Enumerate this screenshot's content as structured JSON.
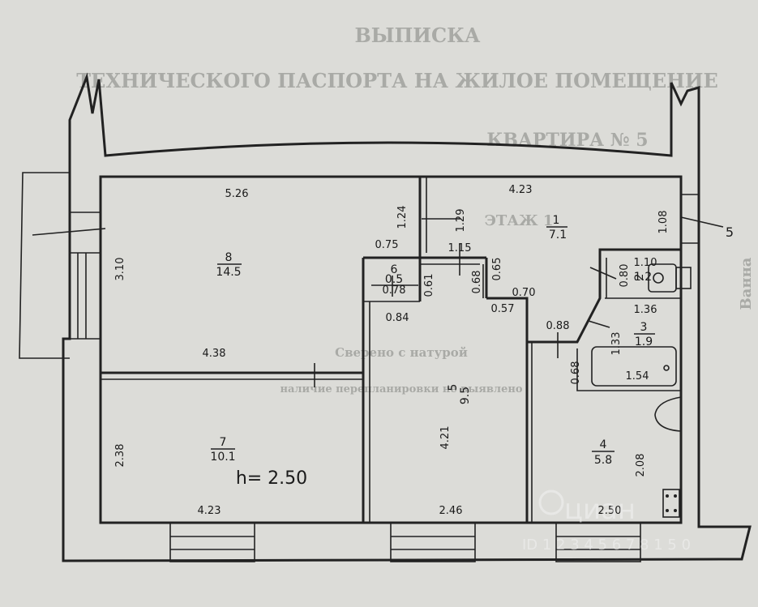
{
  "ghost_text": {
    "line1": "ВЫПИСКА",
    "line2": "ТЕХНИЧЕСКОГО ПАСПОРТА НА ЖИЛОЕ ПОМЕЩЕНИЕ",
    "line3": "КВАРТИРА № 5",
    "line4": "ЭТАЖ 1",
    "line5": "Сверено с натурой",
    "line6": "наличие перепланировки не выявлено",
    "side": "Ванна"
  },
  "watermark": {
    "brand": "циан",
    "id": "ID 1 2 3 4 5 6 7 8 1 5 0",
    "visible_number": "150"
  },
  "height_label": "h= 2.50",
  "rooms": [
    {
      "no": "8",
      "area": "14.5"
    },
    {
      "no": "7",
      "area": "10.1"
    },
    {
      "no": "6",
      "area": "0.5"
    },
    {
      "no": "5",
      "area": "9.5"
    },
    {
      "no": "1",
      "area": "7.1"
    },
    {
      "no": "2",
      "area": "1.2"
    },
    {
      "no": "3",
      "area": "1.9"
    },
    {
      "no": "4",
      "area": "5.8"
    }
  ],
  "dimensions": {
    "r8_top": "5.26",
    "r8_left": "3.10",
    "r8_bottom": "4.38",
    "r7_left": "2.38",
    "r7_bottom": "4.23",
    "r5_height": "4.21",
    "r5_bottom": "2.46",
    "r4_bottom": "2.50",
    "r4_right": "2.08",
    "r1_top": "4.23",
    "r1_right": "1.08",
    "d_124": "1.24",
    "d_129": "1.29",
    "d_075": "0.75",
    "d_115": "1.15",
    "d_061": "0.61",
    "d_068a": "0.68",
    "d_065": "0.65",
    "d_070": "0.70",
    "d_057": "0.57",
    "d_078": "0.78",
    "d_084": "0.84",
    "d_080": "0.80",
    "d_110": "1.10",
    "d_136": "1.36",
    "d_088": "0.88",
    "d_133": "1.33",
    "d_068b": "0.68",
    "d_154": "1.54"
  },
  "callout_label": "5"
}
